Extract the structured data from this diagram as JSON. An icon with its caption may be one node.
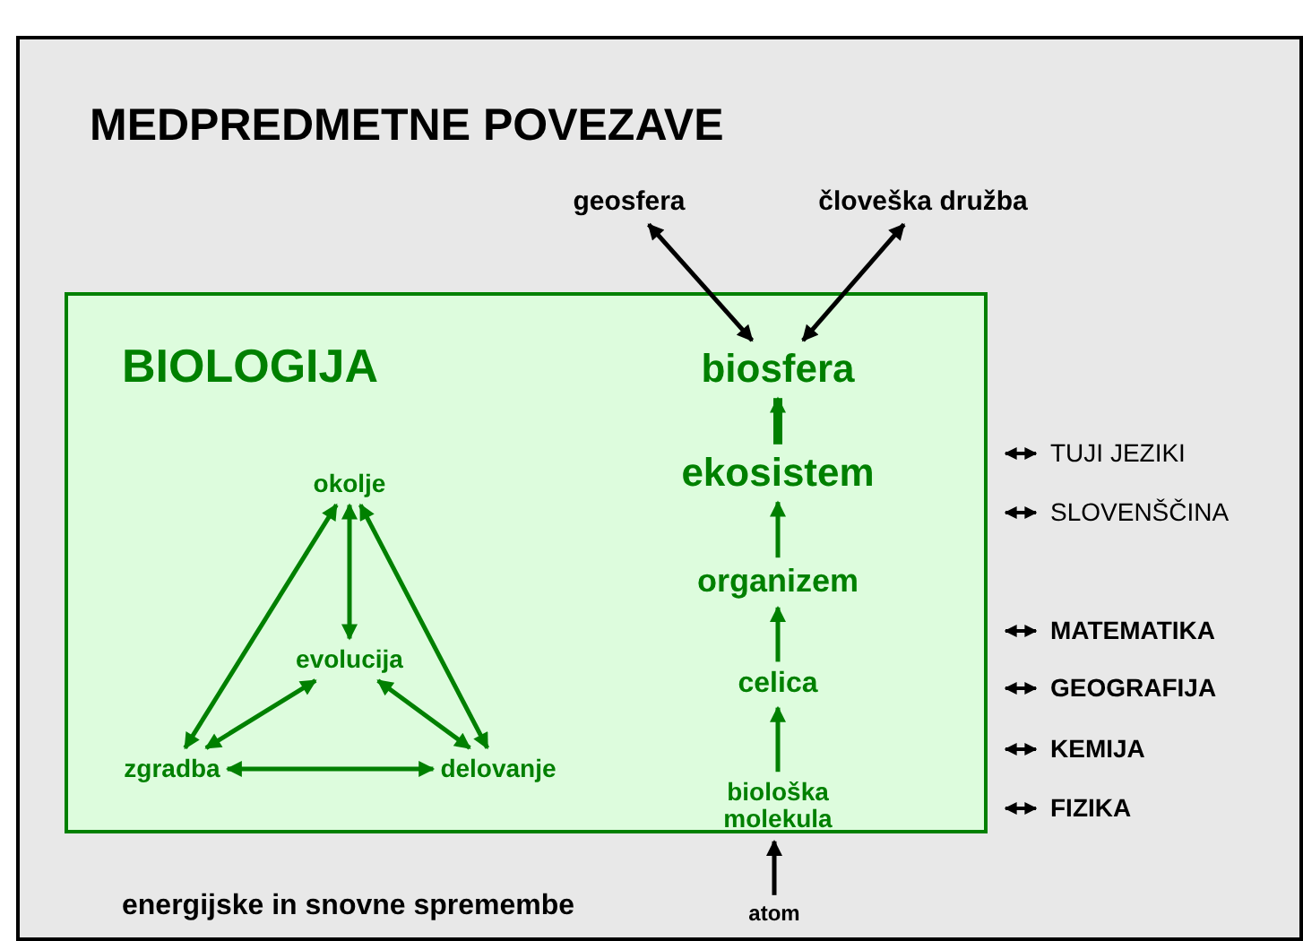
{
  "diagram": {
    "title": "MEDPREDMETNE POVEZAVE",
    "nodes": [
      {
        "text": [
          "BIOLOGIJA"
        ]
      },
      {
        "text": [
          "okolje"
        ],
        "in": 0
      },
      {
        "text": [
          "evolucija"
        ],
        "in": 0
      },
      {
        "text": [
          "zgradba"
        ],
        "in": 0
      },
      {
        "text": [
          "delovanje"
        ],
        "in": 0
      },
      {
        "text": [
          "biosfera"
        ],
        "in": 0
      },
      {
        "text": [
          "ekosistem"
        ],
        "in": 0
      },
      {
        "text": [
          "organizem"
        ],
        "in": 0
      },
      {
        "text": [
          "celica"
        ],
        "in": 0
      },
      {
        "text": [
          "biološka molekula"
        ],
        "in": 0
      },
      {
        "text": [
          "geosfera"
        ]
      },
      {
        "text": [
          "človeška družba"
        ]
      },
      {
        "text": [
          "atom"
        ]
      },
      {
        "text": [
          "TUJI JEZIKI"
        ]
      },
      {
        "text": [
          "SLOVENŠČINA"
        ]
      },
      {
        "text": [
          "MATEMATIKA"
        ]
      },
      {
        "text": [
          "GEOGRAFIJA"
        ]
      },
      {
        "text": [
          "KEMIJA"
        ]
      },
      {
        "text": [
          "FIZIKA"
        ]
      }
    ],
    "edges": [
      {
        "from": 1,
        "to": 3,
        "arrow": "both"
      },
      {
        "from": 1,
        "to": 2,
        "arrow": "both"
      },
      {
        "from": 1,
        "to": 4,
        "arrow": "both"
      },
      {
        "from": 2,
        "to": 3,
        "arrow": "both"
      },
      {
        "from": 2,
        "to": 4,
        "arrow": "both"
      },
      {
        "from": 3,
        "to": 4,
        "arrow": "both"
      },
      {
        "from": 9,
        "to": 8,
        "arrow": "to"
      },
      {
        "from": 8,
        "to": 7,
        "arrow": "to"
      },
      {
        "from": 7,
        "to": 6,
        "arrow": "to"
      },
      {
        "from": 6,
        "to": 5,
        "arrow": "to",
        "style": "thick"
      },
      {
        "from": 12,
        "to": 9,
        "arrow": "to",
        "color": "#000000"
      },
      {
        "from": 5,
        "to": 10,
        "arrow": "both",
        "color": "#000000"
      },
      {
        "from": 5,
        "to": 11,
        "arrow": "both",
        "color": "#000000"
      },
      {
        "from": 13,
        "to": 0,
        "arrow": "both",
        "color": "#000000"
      },
      {
        "from": 14,
        "to": 0,
        "arrow": "both",
        "color": "#000000"
      },
      {
        "from": 15,
        "to": 0,
        "arrow": "both",
        "color": "#000000"
      },
      {
        "from": 16,
        "to": 0,
        "arrow": "both",
        "color": "#000000"
      },
      {
        "from": 17,
        "to": 0,
        "arrow": "both",
        "color": "#000000"
      },
      {
        "from": 18,
        "to": 0,
        "arrow": "both",
        "color": "#000000"
      }
    ],
    "labels": [
      "energijske in snovne spremembe"
    ]
  }
}
